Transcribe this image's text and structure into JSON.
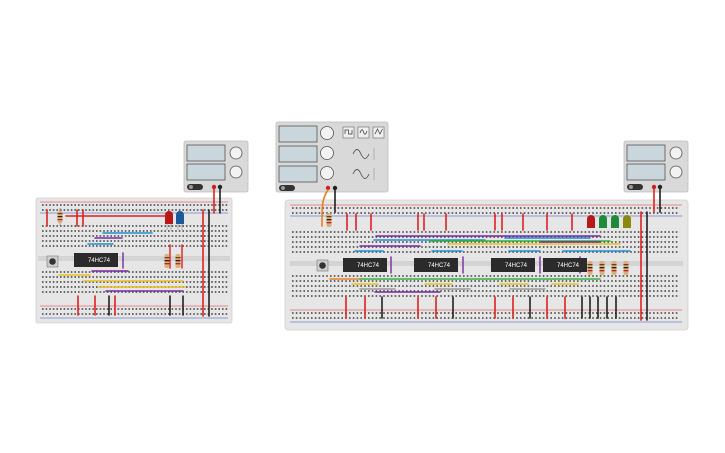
{
  "chips": {
    "left": {
      "label": "74HC74"
    },
    "right": [
      {
        "label": "74HC74"
      },
      {
        "label": "74HC74"
      },
      {
        "label": "74HC74"
      },
      {
        "label": "74HC74"
      }
    ]
  },
  "colors": {
    "breadboard": "#e6e6e6",
    "rail_red": "#e03030",
    "rail_blue": "#3050c0",
    "wire_red": "#e02020",
    "wire_black": "#202020",
    "wire_blue": "#1f8fd0",
    "wire_purple": "#7a2aa0",
    "wire_yellow": "#e8c020",
    "wire_green": "#30b040",
    "wire_orange": "#e88020",
    "wire_gray": "#9a9a9a",
    "chip": "#2b2b2b",
    "supply": "#d8d8d8",
    "lcd": "#c9d6dc",
    "led_red": "#b81818",
    "led_blue": "#1a5a9a",
    "led_green": "#1e8a3a",
    "led_olive": "#8a8a10"
  },
  "icons": {
    "sine_wave": "sine-wave-icon",
    "square_wave": "square-wave-icon",
    "triangle_wave": "triangle-wave-icon",
    "power_switch": "power-switch-icon",
    "knob": "knob-icon"
  }
}
